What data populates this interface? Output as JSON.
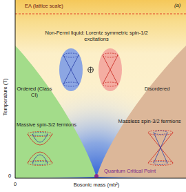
{
  "diagram": {
    "nodes": [
      {
        "text": [
          "Non-Fermi liquid: Lorentz symmetric spin-1/2 excitations"
        ]
      },
      {
        "text": [
          "Ordered (Class CI)",
          "Massive spin-3/2 fermions"
        ]
      },
      {
        "text": [
          "Disordered",
          "Massless spin-3/2 fermions"
        ]
      }
    ],
    "labels": [
      "EΛ (lattice scale)",
      "(a)",
      "Temperature (T)",
      "Bosonic mass (mb²)",
      "Quantum Critical Point",
      "0",
      "0"
    ]
  }
}
